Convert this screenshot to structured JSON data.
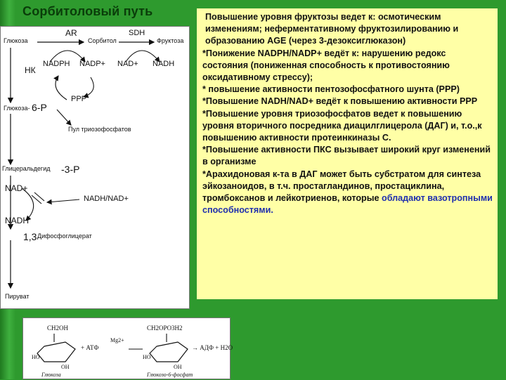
{
  "slide": {
    "title": "Сорбитоловый путь",
    "colors": {
      "background": "#2e9a2e",
      "textbox": "#ffffa6",
      "highlight": "#1f2fae"
    }
  },
  "diagram": {
    "glucose": "Глюкоза",
    "ar": "AR",
    "sorbitol": "Сорбитол",
    "sdh": "SDH",
    "fructose": "Фруктоза",
    "hk": "НК",
    "nadph": "NADPH",
    "nadp_plus": "NADP+",
    "nad_plus": "NAD+",
    "nadh": "NADH",
    "ppp": "PPP",
    "glucose6p_prefix": "Глюкоза-",
    "glucose6p_suffix": "6-P",
    "triose_pool": "Пул триозофосфатов",
    "g3p_prefix": "Глицеральдегид",
    "g3p_suffix": "-3-P",
    "nad_plus_left": "NAD+",
    "nadh_nad_ratio": "NADH/NAD+",
    "nadh_left": "NADH",
    "bpg_prefix": "1,3",
    "bpg_suffix": "Дифосфоглицерат",
    "pyruvate": "Пируват"
  },
  "text": {
    "p1": "Повышение уровня фруктозы ведет к: осмотическим изменениям; неферментативному фруктозилированию и образованию AGE (через 3-дезоксиглюказон)",
    "p2": "*Понижение NADPH/NADP+ ведёт к: нарушению редокс состояния (пониженная способность к противостоянию оксидативному стрессу);",
    "p3": "* повышение активности пентозофосфатного шунта (PPP)",
    "p4": "*Повышение NADH/NAD+ ведёт к повышению активности PPP",
    "p5": "*Повышение уровня триозофосфатов ведет к повышению уровня вторичного посредника диацилглицерола (ДАГ) и, т.о.,к повышению активности протеинкиназы С.",
    "p6": "*Повышение активности ПКС вызывает широкий круг изменений в организме",
    "p7_start": "*Арахидоновая к-та в ДАГ может быть субстратом для синтеза эйкозаноидов, в т.ч. простагландинов, простациклина, тромбоксанов и лейкотриенов, которые",
    "p7_highlight": "обладают вазотропными способностями."
  },
  "chemistry": {
    "ch2oh": "CH2OH",
    "ch2opo3h2": "CH2OPO3H2",
    "plus_atf": "+ АТФ",
    "mg": "Mg2+",
    "plus_adf": "→ АДФ + H2O",
    "ho_left": "HO",
    "oh_left": "OH",
    "ho_right": "HO",
    "oh_right": "OH",
    "glucose_label": "Глюкоза",
    "g6p_label": "Глюкозо-6-фосфат"
  }
}
